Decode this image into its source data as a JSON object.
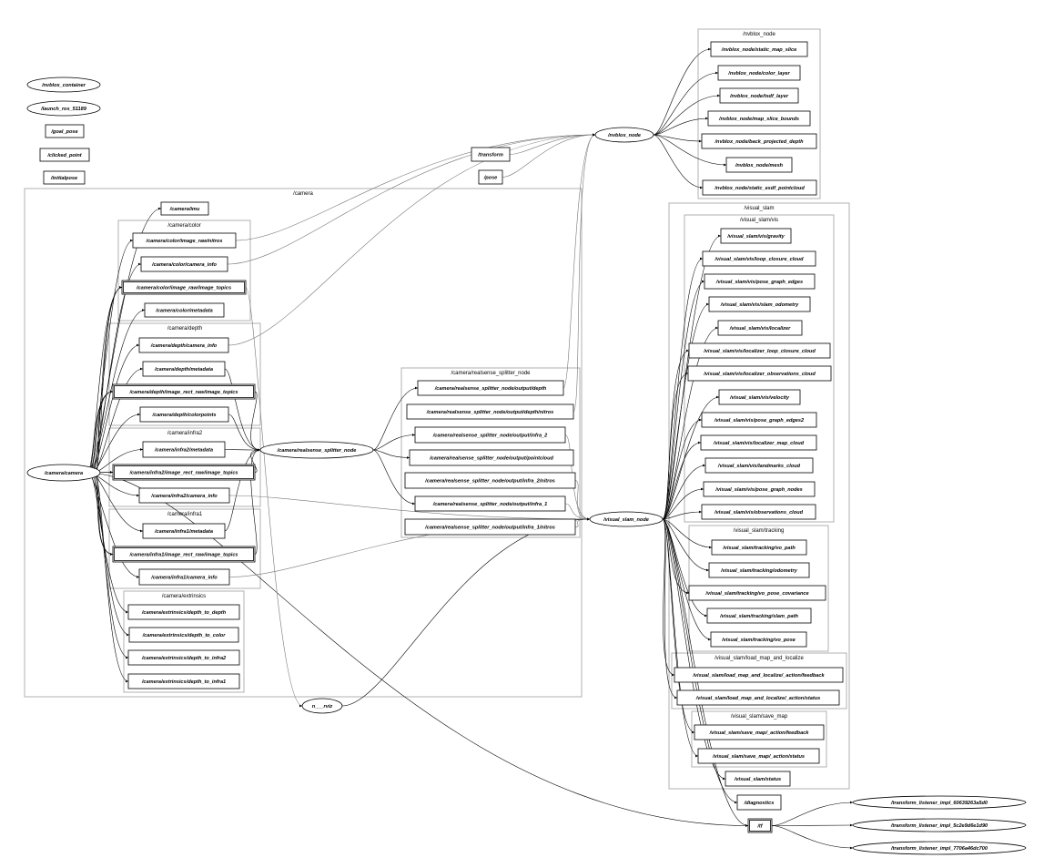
{
  "clusters": [
    "/camera",
    "/camera/color",
    "/camera/depth",
    "/camera/infra2",
    "/camera/infra1",
    "/camera/extrinsics",
    "/camera/realsense_splitter_node",
    "/nvblox_node",
    "/visual_slam",
    "/visual_slam/vis",
    "/visual_slam/tracking",
    "/visual_slam/load_map_and_localize",
    "/visual_slam/save_map"
  ],
  "nodes": [
    {
      "label": "/nvblox_container",
      "shape": "ellipse"
    },
    {
      "label": "/launch_ros_51189",
      "shape": "ellipse"
    },
    {
      "label": "/goal_pose",
      "shape": "box"
    },
    {
      "label": "/clicked_point",
      "shape": "box"
    },
    {
      "label": "/initialpose",
      "shape": "box"
    },
    {
      "label": "/camera/imu",
      "shape": "box"
    },
    {
      "label": "/camera/color/image_raw/nitros",
      "shape": "box"
    },
    {
      "label": "/camera/color/camera_info",
      "shape": "box"
    },
    {
      "label": "/camera/color/image_raw/image_topics",
      "shape": "double"
    },
    {
      "label": "/camera/color/metadata",
      "shape": "box"
    },
    {
      "label": "/camera/depth/camera_info",
      "shape": "box"
    },
    {
      "label": "/camera/depth/metadata",
      "shape": "box"
    },
    {
      "label": "/camera/depth/image_rect_raw/image_topics",
      "shape": "double"
    },
    {
      "label": "/camera/depth/colorpoints",
      "shape": "box"
    },
    {
      "label": "/camera/infra2/metadata",
      "shape": "box"
    },
    {
      "label": "/camera/infra2/image_rect_raw/image_topics",
      "shape": "double"
    },
    {
      "label": "/camera/infra2/camera_info",
      "shape": "box"
    },
    {
      "label": "/camera/infra1/metadata",
      "shape": "box"
    },
    {
      "label": "/camera/infra1/image_rect_raw/image_topics",
      "shape": "double"
    },
    {
      "label": "/camera/infra1/camera_info",
      "shape": "box"
    },
    {
      "label": "/camera/extrinsics/depth_to_depth",
      "shape": "box"
    },
    {
      "label": "/camera/extrinsics/depth_to_color",
      "shape": "box"
    },
    {
      "label": "/camera/extrinsics/depth_to_infra2",
      "shape": "box"
    },
    {
      "label": "/camera/extrinsics/depth_to_infra1",
      "shape": "box"
    },
    {
      "label": "/camera/camera",
      "shape": "ellipse"
    },
    {
      "label": "/camera/realsense_splitter_node",
      "shape": "ellipse"
    },
    {
      "label": "/camera/realsense_splitter_node/output/depth",
      "shape": "box"
    },
    {
      "label": "/camera/realsense_splitter_node/output/depth/nitros",
      "shape": "box"
    },
    {
      "label": "/camera/realsense_splitter_node/output/infra_2",
      "shape": "box"
    },
    {
      "label": "/camera/realsense_splitter_node/output/pointcloud",
      "shape": "box"
    },
    {
      "label": "/camera/realsense_splitter_node/output/infra_2/nitros",
      "shape": "box"
    },
    {
      "label": "/camera/realsense_splitter_node/output/infra_1",
      "shape": "box"
    },
    {
      "label": "/camera/realsense_splitter_node/output/infra_1/nitros",
      "shape": "box"
    },
    {
      "label": "n___rviz",
      "shape": "ellipse"
    },
    {
      "label": "/transform",
      "shape": "box"
    },
    {
      "label": "/pose",
      "shape": "box"
    },
    {
      "label": "/nvblox_node",
      "shape": "ellipse"
    },
    {
      "label": "/nvblox_node/static_map_slice",
      "shape": "box"
    },
    {
      "label": "/nvblox_node/color_layer",
      "shape": "box"
    },
    {
      "label": "/nvblox_node/tsdf_layer",
      "shape": "box"
    },
    {
      "label": "/nvblox_node/map_slice_bounds",
      "shape": "box"
    },
    {
      "label": "/nvblox_node/back_projected_depth",
      "shape": "box"
    },
    {
      "label": "/nvblox_node/mesh",
      "shape": "box"
    },
    {
      "label": "/nvblox_node/static_esdf_pointcloud",
      "shape": "box"
    },
    {
      "label": "/visual_slam_node",
      "shape": "ellipse"
    },
    {
      "label": "/visual_slam/vis/gravity",
      "shape": "box"
    },
    {
      "label": "/visual_slam/vis/loop_closure_cloud",
      "shape": "box"
    },
    {
      "label": "/visual_slam/vis/pose_graph_edges",
      "shape": "box"
    },
    {
      "label": "/visual_slam/vis/slam_odometry",
      "shape": "box"
    },
    {
      "label": "/visual_slam/vis/localizer",
      "shape": "box"
    },
    {
      "label": "/visual_slam/vis/localizer_loop_closure_cloud",
      "shape": "box"
    },
    {
      "label": "/visual_slam/vis/localizer_observations_cloud",
      "shape": "box"
    },
    {
      "label": "/visual_slam/vis/velocity",
      "shape": "box"
    },
    {
      "label": "/visual_slam/vis/pose_graph_edges2",
      "shape": "box"
    },
    {
      "label": "/visual_slam/vis/localizer_map_cloud",
      "shape": "box"
    },
    {
      "label": "/visual_slam/vis/landmarks_cloud",
      "shape": "box"
    },
    {
      "label": "/visual_slam/vis/pose_graph_nodes",
      "shape": "box"
    },
    {
      "label": "/visual_slam/vis/observations_cloud",
      "shape": "box"
    },
    {
      "label": "/visual_slam/tracking/vo_path",
      "shape": "box"
    },
    {
      "label": "/visual_slam/tracking/odometry",
      "shape": "box"
    },
    {
      "label": "/visual_slam/tracking/vo_pose_covariance",
      "shape": "box"
    },
    {
      "label": "/visual_slam/tracking/slam_path",
      "shape": "box"
    },
    {
      "label": "/visual_slam/tracking/vo_pose",
      "shape": "box"
    },
    {
      "label": "/visual_slam/load_map_and_localize/_action/feedback",
      "shape": "box"
    },
    {
      "label": "/visual_slam/load_map_and_localize/_action/status",
      "shape": "box"
    },
    {
      "label": "/visual_slam/save_map/_action/feedback",
      "shape": "box"
    },
    {
      "label": "/visual_slam/save_map/_action/status",
      "shape": "box"
    },
    {
      "label": "/visual_slam/status",
      "shape": "box"
    },
    {
      "label": "/diagnostics",
      "shape": "box"
    },
    {
      "label": "/tf",
      "shape": "double"
    },
    {
      "label": "/transform_listener_impl_60639263a5d0",
      "shape": "ellipse"
    },
    {
      "label": "/transform_listener_impl_5c2e9d6e1d90",
      "shape": "ellipse"
    },
    {
      "label": "/transform_listener_impl_7706a46dc700",
      "shape": "ellipse"
    }
  ],
  "edges": [
    [
      24,
      5
    ],
    [
      24,
      6
    ],
    [
      24,
      7
    ],
    [
      24,
      8
    ],
    [
      24,
      8
    ],
    [
      24,
      8
    ],
    [
      24,
      9
    ],
    [
      24,
      10
    ],
    [
      24,
      11
    ],
    [
      24,
      12
    ],
    [
      24,
      12
    ],
    [
      24,
      12
    ],
    [
      24,
      13
    ],
    [
      24,
      14
    ],
    [
      24,
      15
    ],
    [
      24,
      15
    ],
    [
      24,
      16
    ],
    [
      24,
      17
    ],
    [
      24,
      18
    ],
    [
      24,
      18
    ],
    [
      24,
      19
    ],
    [
      24,
      20
    ],
    [
      24,
      21
    ],
    [
      24,
      22
    ],
    [
      24,
      23
    ],
    [
      24,
      69
    ],
    [
      11,
      25
    ],
    [
      12,
      25
    ],
    [
      13,
      25
    ],
    [
      14,
      25
    ],
    [
      15,
      25
    ],
    [
      17,
      25
    ],
    [
      18,
      25
    ],
    [
      25,
      26
    ],
    [
      25,
      28
    ],
    [
      25,
      29
    ],
    [
      25,
      31
    ],
    [
      6,
      36
    ],
    [
      7,
      36
    ],
    [
      10,
      36
    ],
    [
      26,
      36
    ],
    [
      27,
      36
    ],
    [
      34,
      36
    ],
    [
      35,
      36
    ],
    [
      36,
      37
    ],
    [
      36,
      38
    ],
    [
      36,
      39
    ],
    [
      36,
      40
    ],
    [
      36,
      41
    ],
    [
      36,
      42
    ],
    [
      36,
      43
    ],
    [
      16,
      44
    ],
    [
      19,
      44
    ],
    [
      28,
      44
    ],
    [
      30,
      44
    ],
    [
      31,
      44
    ],
    [
      32,
      44
    ],
    [
      33,
      44
    ],
    [
      8,
      33
    ],
    [
      44,
      45
    ],
    [
      44,
      46
    ],
    [
      44,
      47
    ],
    [
      44,
      48
    ],
    [
      44,
      49
    ],
    [
      44,
      50
    ],
    [
      44,
      51
    ],
    [
      44,
      52
    ],
    [
      44,
      53
    ],
    [
      44,
      54
    ],
    [
      44,
      55
    ],
    [
      44,
      56
    ],
    [
      44,
      57
    ],
    [
      44,
      58
    ],
    [
      44,
      59
    ],
    [
      44,
      60
    ],
    [
      44,
      61
    ],
    [
      44,
      62
    ],
    [
      44,
      63
    ],
    [
      44,
      64
    ],
    [
      44,
      65
    ],
    [
      44,
      66
    ],
    [
      44,
      67
    ],
    [
      44,
      68
    ],
    [
      44,
      69
    ],
    [
      69,
      70
    ],
    [
      69,
      71
    ],
    [
      69,
      72
    ]
  ]
}
